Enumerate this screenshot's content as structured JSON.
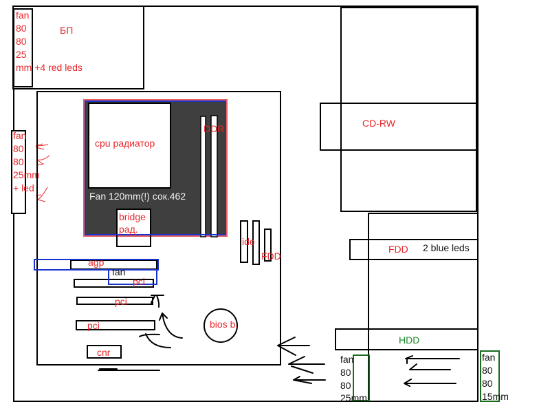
{
  "psu": {
    "label": "БП",
    "fan_lines": [
      "fan",
      "80",
      "80",
      "25",
      "mm +4 red leds"
    ]
  },
  "side_fan": {
    "lines": [
      "fan",
      "80",
      "80",
      "25mm",
      "+ led"
    ]
  },
  "cpu": {
    "radiator_label": "cpu радиатор",
    "fan_label": "Fan 120mm(!) сок.462"
  },
  "ddr_label": "DDR",
  "bridge": {
    "lines": [
      "bridge",
      "рад."
    ]
  },
  "ide_label": "ide",
  "fdd_connector_label": "FDD",
  "slots": {
    "agp": "agp",
    "fan": "fan",
    "pci1": "pci",
    "pci2": "pci",
    "pci3": "pci",
    "cnr": "cnr"
  },
  "bios_label": "bios b.",
  "cdrw_label": "CD-RW",
  "fdd": {
    "label": "FDD",
    "note": "2 blue leds"
  },
  "hdd_label": "HDD",
  "front_fan": {
    "lines": [
      "fan",
      "80",
      "80",
      "25mm"
    ]
  },
  "rear_fan": {
    "lines": [
      "fan",
      "80",
      "80",
      "15mm"
    ]
  },
  "colors": {
    "label_red": "#e8262a",
    "cpu_area": "#3f3f3f",
    "highlight_blue": "#1a33cc",
    "hdd_green": "#1a8a2a"
  }
}
